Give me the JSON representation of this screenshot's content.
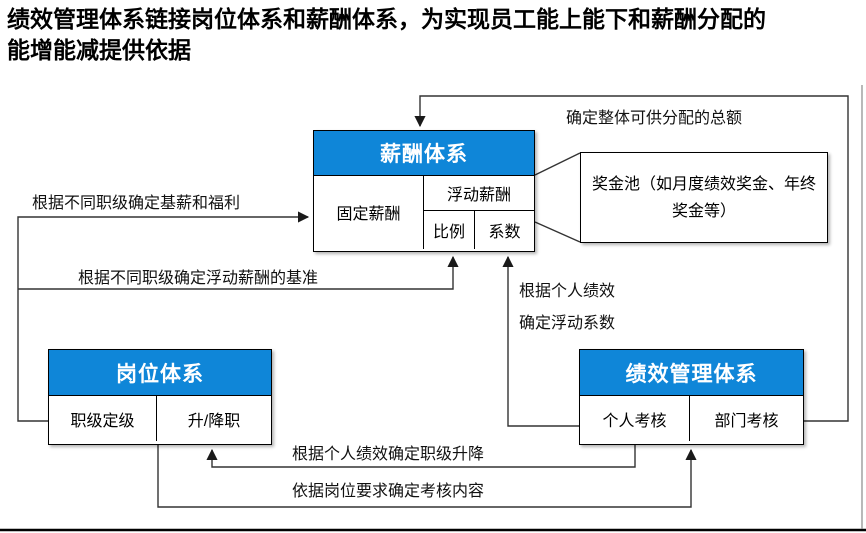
{
  "title_lines": [
    "绩效管理体系链接岗位体系和薪酬体系，为实现员工能上能下和薪酬分配的",
    "能增能减提供依据"
  ],
  "colors": {
    "header_blue": "#0f86d8",
    "header_text": "#ffffff",
    "box_border": "#000000",
    "connector_line": "#333333",
    "slide_bottom_edge": "#000000",
    "slide_right_edge": "#8a8a8a"
  },
  "boxes": {
    "compensation": {
      "title": "薪酬体系",
      "cells": {
        "fixed": "固定薪酬",
        "floating": "浮动薪酬",
        "ratio": "比例",
        "coefficient": "系数"
      }
    },
    "bonus_pool": {
      "text": "奖金池（如月度绩效奖金、年终奖金等）"
    },
    "position": {
      "title": "岗位体系",
      "cells": {
        "grading": "职级定级",
        "promotion": "升/降职"
      }
    },
    "performance": {
      "title": "绩效管理体系",
      "cells": {
        "individual": "个人考核",
        "department": "部门考核"
      }
    }
  },
  "connector_labels": {
    "total_distributable": "确定整体可供分配的总额",
    "base_salary_benefits": "根据不同职级确定基薪和福利",
    "floating_baseline": "根据不同职级确定浮动薪酬的基准",
    "personal_perf_line1": "根据个人绩效",
    "personal_perf_line2": "确定浮动系数",
    "rank_up_down": "根据个人绩效确定职级升降",
    "assessment_content": "依据岗位要求确定考核内容"
  }
}
